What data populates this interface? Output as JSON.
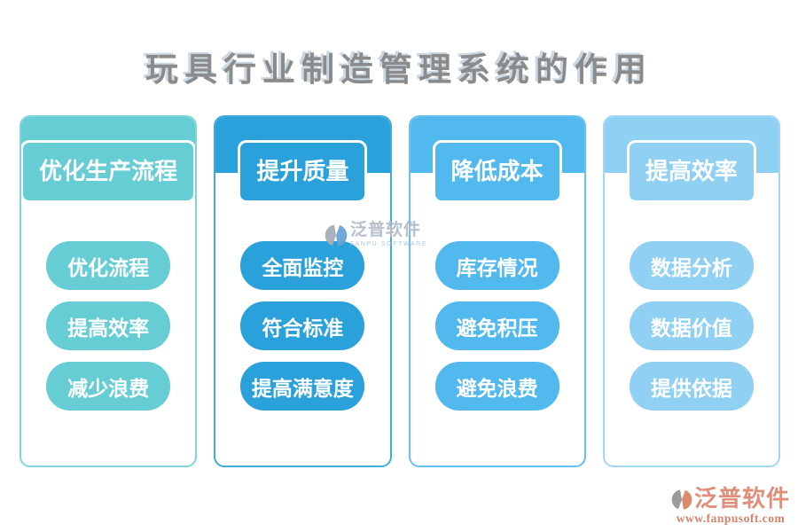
{
  "page": {
    "title": "玩具行业制造管理系统的作用",
    "title_color": "#8b8b8b",
    "background": "#ffffff"
  },
  "columns": [
    {
      "header": "优化生产流程",
      "items": [
        "优化流程",
        "提高效率",
        "减少浪费"
      ],
      "color": "#66cdd4",
      "border_color": "#7ed5da"
    },
    {
      "header": "提升质量",
      "items": [
        "全面监控",
        "符合标准",
        "提高满意度"
      ],
      "color": "#2aa1da",
      "border_color": "#43aadd"
    },
    {
      "header": "降低成本",
      "items": [
        "库存情况",
        "避免积压",
        "避免浪费"
      ],
      "color": "#52b9ee",
      "border_color": "#66c1f0"
    },
    {
      "header": "提高效率",
      "items": [
        "数据分析",
        "数据价值",
        "提供依据"
      ],
      "color": "#8fd0f3",
      "border_color": "#a0d7f5"
    }
  ],
  "watermark_center": {
    "icon": "fanpu-logo-icon",
    "brand": "泛普软件",
    "subtitle": "FANPU SOFTWARE",
    "text_color": "#b4bcc8",
    "sub_color": "#a9c3e3",
    "logo_gray": "#a6adb8",
    "logo_accent": "#6ba3d8"
  },
  "watermark_footer": {
    "icon": "fanpu-logo-icon",
    "brand": "泛普软件",
    "url": "www.fanpusoft.com",
    "text_color": "#df8f79",
    "sub_color": "#d5826b",
    "logo_gray": "#9b9b9b",
    "logo_accent": "#df8a6e"
  }
}
